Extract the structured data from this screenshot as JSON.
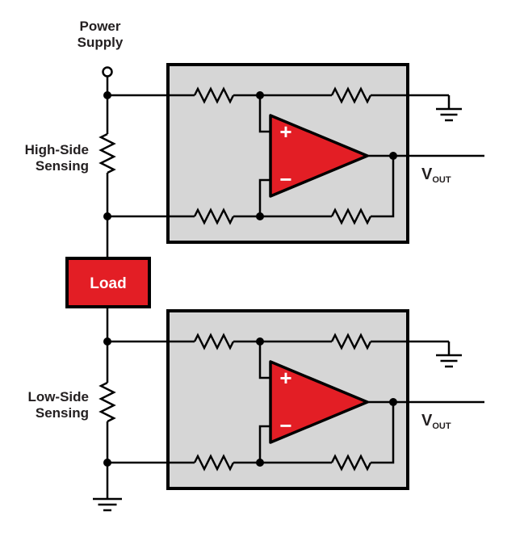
{
  "diagram": {
    "title_implied": "High-side and low-side current sensing with difference amplifiers",
    "labels": {
      "power_line1": "Power",
      "power_line2": "Supply",
      "high_side_line1": "High-Side",
      "high_side_line2": "Sensing",
      "low_side_line1": "Low-Side",
      "low_side_line2": "Sensing",
      "load": "Load",
      "vout_letter": "V",
      "vout_sub": "OUT",
      "opamp_plus": "+",
      "opamp_minus": "−"
    },
    "colors": {
      "red": "#e31e25",
      "box_fill": "#d6d6d6",
      "box_border": "#000000",
      "wire": "#000000",
      "text": "#231f20",
      "opamp_sign": "#ffffff"
    }
  }
}
